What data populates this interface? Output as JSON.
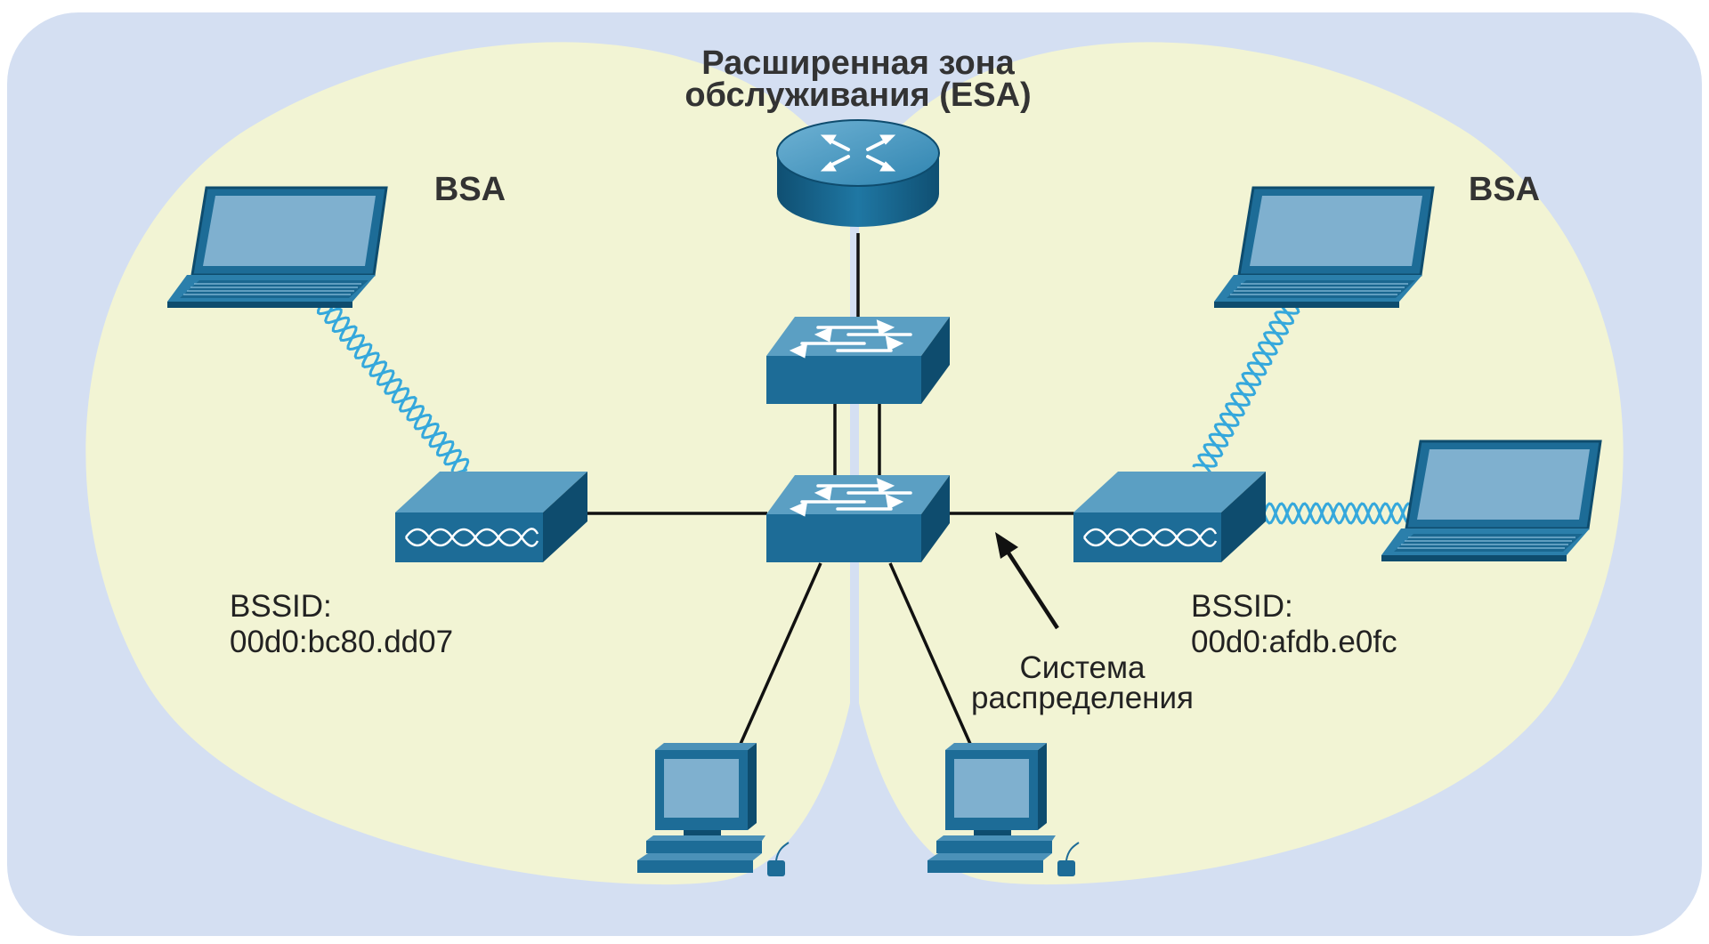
{
  "colors": {
    "esa_background": "#d4dff2",
    "bsa_background": "#f2f4d4",
    "device_fill": "#1d6c97",
    "device_top": "#5b9fc3",
    "screen_fill": "#7fb0cf",
    "wireless_wave": "#35a8dc",
    "link_line": "#111111"
  },
  "esa_label": {
    "line1": "Расширенная зона",
    "line2": "обслуживания (ESA)"
  },
  "bsa_left_label": "BSA",
  "bsa_right_label": "BSA",
  "ap_left": {
    "bssid_label": "BSSID:",
    "bssid_value": "00d0:bc80.dd07"
  },
  "ap_right": {
    "bssid_label": "BSSID:",
    "bssid_value": "00d0:afdb.e0fc"
  },
  "distribution_system": {
    "line1": "Система",
    "line2": "распределения"
  },
  "icons": {
    "router": "router-icon",
    "switch_upper": "switch-icon",
    "switch_lower": "switch-icon",
    "access_point_left": "access-point-icon",
    "access_point_right": "access-point-icon",
    "laptop_left": "laptop-icon",
    "laptop_right_top": "laptop-icon",
    "laptop_right_bottom": "laptop-icon",
    "desktop_left": "desktop-pc-icon",
    "desktop_right": "desktop-pc-icon"
  }
}
